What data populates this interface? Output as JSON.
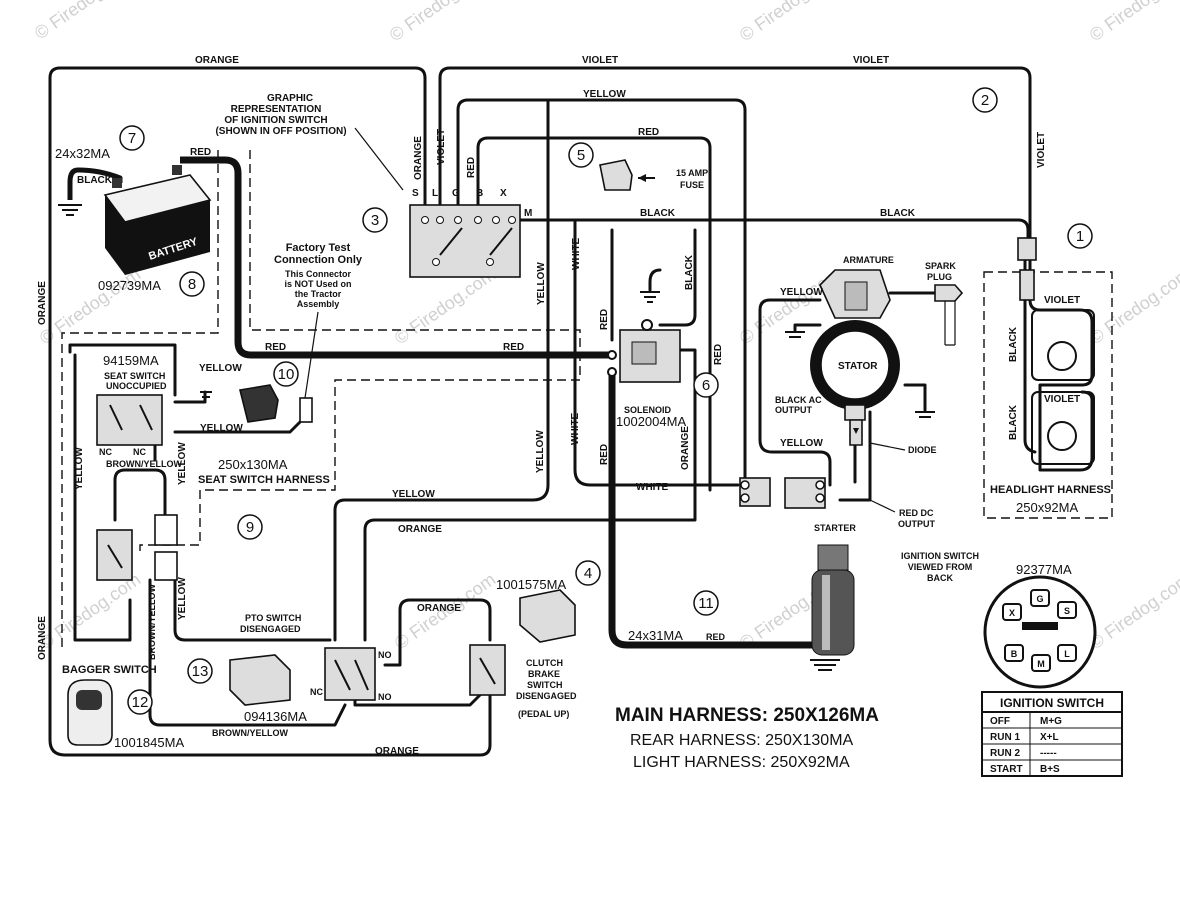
{
  "watermarks": [
    "© Firedog.com",
    "© Firedog.com",
    "© Firedog.com",
    "© Firedog.com",
    "© Firedog.com",
    "© Firedog.com",
    "© Firedog.com",
    "© Firedog.com",
    "© Firedog.com",
    "© Firedog.com",
    "© Firedog.com",
    "© Firedog.com"
  ],
  "wire_labels": {
    "orange_top": "ORANGE",
    "violet_top": "VIOLET",
    "violet_top2": "VIOLET",
    "yellow_top": "YELLOW",
    "red_top": "RED",
    "black_top": "BLACK",
    "black_right": "BLACK",
    "red_battery": "RED",
    "black_battery": "BLACK",
    "orange_left": "ORANGE",
    "orange_left2": "ORANGE",
    "orange_sw": "ORANGE",
    "violet_sw": "VIOLET",
    "red_sw": "RED",
    "yellow_mid": "YELLOW",
    "white_mid": "WHITE",
    "black_solenoid": "BLACK",
    "red_mid": "RED",
    "red_mid2": "RED",
    "red_harness": "RED",
    "red_harness2": "RED",
    "yellow_seat": "YELLOW",
    "yellow_seat2": "YELLOW",
    "yellow_left": "YELLOW",
    "yellow_left2": "YELLOW",
    "brown_yellow": "BROWN/YELLOW",
    "yellow_pto": "YELLOW",
    "yellow_bottom": "YELLOW",
    "orange_bottom": "ORANGE",
    "orange_bottom2": "ORANGE",
    "orange_bottom3": "ORANGE",
    "brown_yellow2": "BROWN/YELLOW",
    "brown_yellow3": "BROWN/YELLOW",
    "white_low": "WHITE",
    "white_low2": "WHITE",
    "red_low": "RED",
    "orange_low": "ORANGE",
    "yellow_low": "YELLOW",
    "red_starter": "RED",
    "yellow_stator": "YELLOW",
    "yellow_stator2": "YELLOW",
    "violet_head": "VIOLET",
    "violet_head2": "VIOLET",
    "black_head": "BLACK",
    "black_head2": "BLACK",
    "violet_right": "VIOLET"
  },
  "callouts": [
    "1",
    "2",
    "3",
    "4",
    "5",
    "6",
    "7",
    "8",
    "9",
    "10",
    "11",
    "12",
    "13"
  ],
  "parts": {
    "battery_cable": "24x32MA",
    "battery": "092739MA",
    "battery_word": "BATTERY",
    "seat_switch_pn": "94159MA",
    "seat_harness_pn": "250x130MA",
    "solenoid_pn": "1002004MA",
    "pto_pn": "094136MA",
    "bagger_pn": "1001845MA",
    "clutch_pn": "1001575MA",
    "starter_cable": "24x31MA",
    "headlight_pn": "250x92MA",
    "ign_switch_pn": "92377MA"
  },
  "notes": {
    "graphic_rep_1": "GRAPHIC",
    "graphic_rep_2": "REPRESENTATION",
    "graphic_rep_3": "OF IGNITION SWITCH",
    "graphic_rep_4": "(SHOWN IN OFF POSITION)",
    "factory_1": "Factory Test",
    "factory_2": "Connection Only",
    "factory_3": "This Connector",
    "factory_4": "is NOT Used on",
    "factory_5": "the Tractor",
    "factory_6": "Assembly",
    "fuse_1": "15 AMP",
    "fuse_2": "FUSE",
    "seat_1": "SEAT SWITCH",
    "seat_2": "UNOCCUPIED",
    "nc_1": "NC",
    "nc_2": "NC",
    "brown_yellow_seat": "BROWN/YELLOW",
    "seat_harness": "SEAT SWITCH HARNESS",
    "solenoid": "SOLENOID",
    "armature": "ARMATURE",
    "spark_1": "SPARK",
    "spark_2": "PLUG",
    "stator": "STATOR",
    "black_ac_1": "BLACK AC",
    "black_ac_2": "OUTPUT",
    "diode": "DIODE",
    "red_dc_1": "RED DC",
    "red_dc_2": "OUTPUT",
    "starter": "STARTER",
    "headlight": "HEADLIGHT HARNESS",
    "ign_view_1": "IGNITION SWITCH",
    "ign_view_2": "VIEWED FROM",
    "ign_view_3": "BACK",
    "pto_1": "PTO SWITCH",
    "pto_2": "DISENGAGED",
    "no_1": "NO",
    "nc_pto": "NC",
    "no_2": "NO",
    "clutch_1": "CLUTCH",
    "clutch_2": "BRAKE",
    "clutch_3": "SWITCH",
    "clutch_4": "DISENGAGED",
    "clutch_5": "(PEDAL UP)",
    "bagger": "BAGGER  SWITCH"
  },
  "switch_terminals": [
    "S",
    "L",
    "G",
    "B",
    "X",
    "M"
  ],
  "key_terminals": [
    "X",
    "G",
    "S",
    "B",
    "M",
    "L"
  ],
  "harness_titles": {
    "main": "MAIN HARNESS: 250X126MA",
    "rear": "REAR HARNESS: 250X130MA",
    "light": "LIGHT HARNESS: 250X92MA"
  },
  "ignition_table": {
    "title": "IGNITION SWITCH",
    "rows": [
      {
        "pos": "OFF",
        "conn": "M+G"
      },
      {
        "pos": "RUN 1",
        "conn": "X+L"
      },
      {
        "pos": "RUN 2",
        "conn": "-----"
      },
      {
        "pos": "START",
        "conn": "B+S"
      }
    ]
  }
}
